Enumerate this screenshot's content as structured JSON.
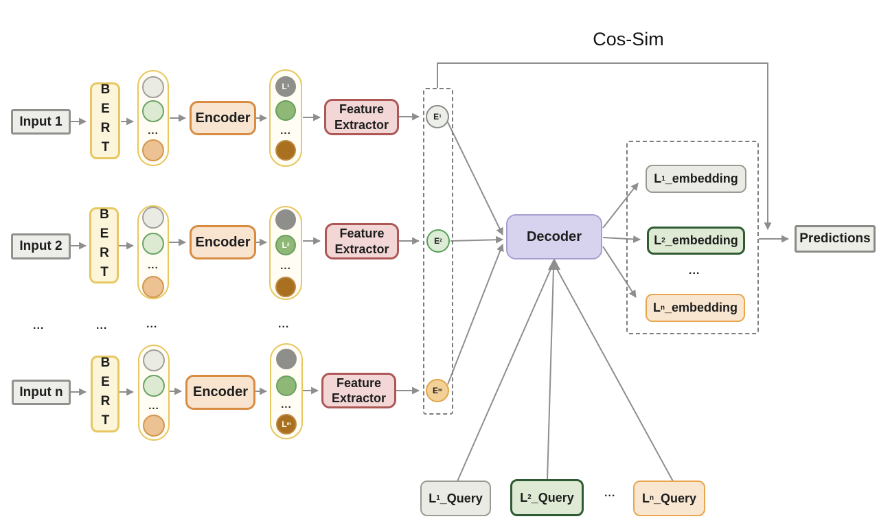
{
  "cos_sim_label": "Cos-Sim",
  "decoder_label": "Decoder",
  "predictions_label": "Predictions",
  "dots": "...",
  "rows": [
    {
      "input_label": "Input 1",
      "bert_label": "BERT",
      "encoder_label": "Encoder",
      "feature_extractor_label": "Feature Extractor",
      "e_circle": {
        "base": "E",
        "sub": "1"
      },
      "l_circle": {
        "base": "L",
        "sub": "1"
      }
    },
    {
      "input_label": "Input 2",
      "bert_label": "BERT",
      "encoder_label": "Encoder",
      "feature_extractor_label": "Feature Extractor",
      "e_circle": {
        "base": "E",
        "sub": "2"
      },
      "l_circle": {
        "base": "L",
        "sub": "2"
      }
    },
    {
      "input_label": "Input n",
      "bert_label": "BERT",
      "encoder_label": "Encoder",
      "feature_extractor_label": "Feature Extractor",
      "e_circle": {
        "base": "E",
        "sub": "m"
      },
      "l_circle": {
        "base": "L",
        "sub": "m"
      }
    }
  ],
  "embeddings": [
    {
      "base": "L",
      "sub": "1",
      "rest": "_embedding"
    },
    {
      "base": "L",
      "sub": "2",
      "rest": "_embedding"
    },
    {
      "base": "L",
      "sub": "n",
      "rest": "_embedding"
    }
  ],
  "queries": [
    {
      "base": "L",
      "sub": "1",
      "rest": "_Query"
    },
    {
      "base": "L",
      "sub": "2",
      "rest": "_Query"
    },
    {
      "base": "L",
      "sub": "n",
      "rest": "_Query"
    }
  ],
  "colors": {
    "line_gray": "#8e8e8e",
    "yellow_border": "#e7c75f",
    "yellow_fill": "#fdf5da",
    "encoder_border": "#d78c42",
    "encoder_fill": "#f8e4cf",
    "feature_border": "#ad5757",
    "feature_fill": "#f3d7d6",
    "decoder_border": "#a79fd2",
    "decoder_fill": "#d7d3ee",
    "gray_fill": "#ededea",
    "gray_border": "#90908c",
    "green_dark": "#2e5b33",
    "green_light": "#deead4",
    "orange_border": "#e8a64e",
    "orange_light": "#f8e6d0"
  }
}
